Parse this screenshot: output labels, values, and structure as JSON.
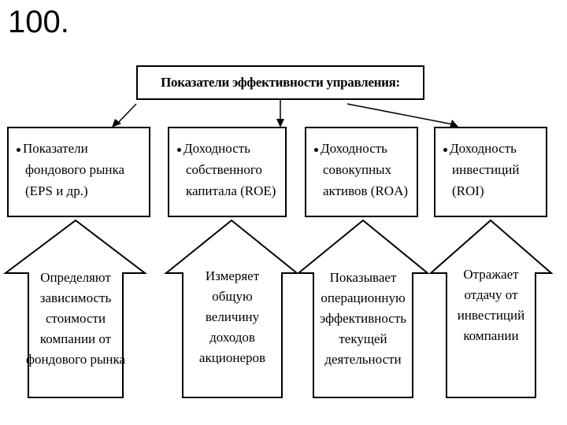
{
  "slide_number": "100.",
  "header": "Показатели эффективности управления:",
  "metrics": [
    {
      "lines": [
        "Показатели",
        "фондового рынка",
        "(EPS и др.)"
      ]
    },
    {
      "lines": [
        "Доходность",
        "собственного",
        "капитала (ROE)"
      ]
    },
    {
      "lines": [
        "Доходность",
        "совокупных",
        "активов (ROA)"
      ]
    },
    {
      "lines": [
        "Доходность",
        "инвестиций",
        "(ROI)"
      ]
    }
  ],
  "descriptions": [
    {
      "lines": [
        "Определяют",
        "зависимость",
        "стоимости",
        "компании от",
        "фондового рынка"
      ]
    },
    {
      "lines": [
        "Измеряет",
        "общую",
        "величину",
        "доходов",
        "акционеров"
      ]
    },
    {
      "lines": [
        "Показывает",
        "операционную",
        "эффективность",
        "текущей",
        "деятельности"
      ]
    },
    {
      "lines": [
        "Отражает",
        "отдачу от",
        "инвестиций",
        "компании"
      ]
    }
  ]
}
